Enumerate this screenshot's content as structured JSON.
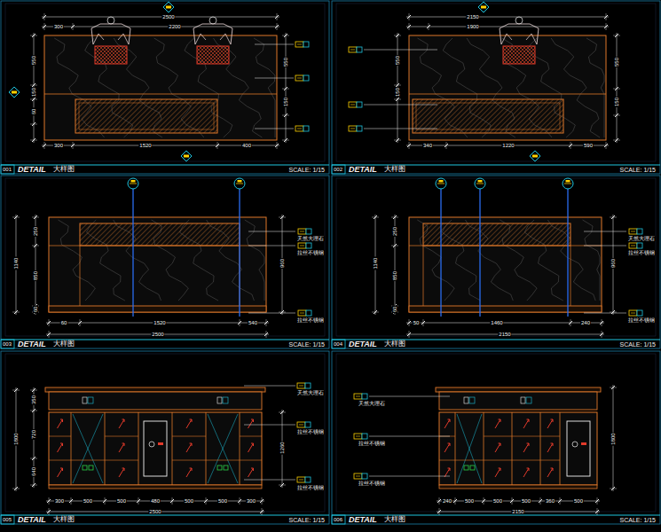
{
  "diagram": {
    "labels": [
      "2500",
      "2200",
      "300",
      "550",
      "150",
      "60",
      "300",
      "1520",
      "400",
      "550",
      "150",
      "001",
      "DETAIL",
      "大样图",
      "SCALE: 1/15",
      "2150",
      "1900",
      "550",
      "150",
      "340",
      "1220",
      "590",
      "550",
      "150",
      "002",
      "DETAIL",
      "大样图",
      "SCALE: 1/15",
      "2500",
      "1520",
      "60",
      "540",
      "1140",
      "250",
      "850",
      "60",
      "960",
      "天然大理石",
      "拉丝不锈钢",
      "拉丝不锈钢",
      "003",
      "DETAIL",
      "大样图",
      "SCALE: 1/15",
      "2150",
      "1460",
      "50",
      "240",
      "1140",
      "250",
      "850",
      "60",
      "960",
      "天然大理石",
      "拉丝不锈钢",
      "拉丝不锈钢",
      "004",
      "DETAIL",
      "大样图",
      "SCALE: 1/15",
      "2500",
      "300",
      "500",
      "500",
      "480",
      "500",
      "500",
      "300",
      "1800",
      "350",
      "720",
      "640",
      "1260",
      "天然大理石",
      "拉丝不锈钢",
      "拉丝不锈钢",
      "005",
      "DETAIL",
      "大样图",
      "SCALE: 1/15",
      "2150",
      "240",
      "500",
      "500",
      "500",
      "360",
      "500",
      "1800",
      "天然大理石",
      "拉丝不锈钢",
      "拉丝不锈钢",
      "006",
      "DETAIL",
      "大样图",
      "SCALE: 1/15"
    ]
  }
}
